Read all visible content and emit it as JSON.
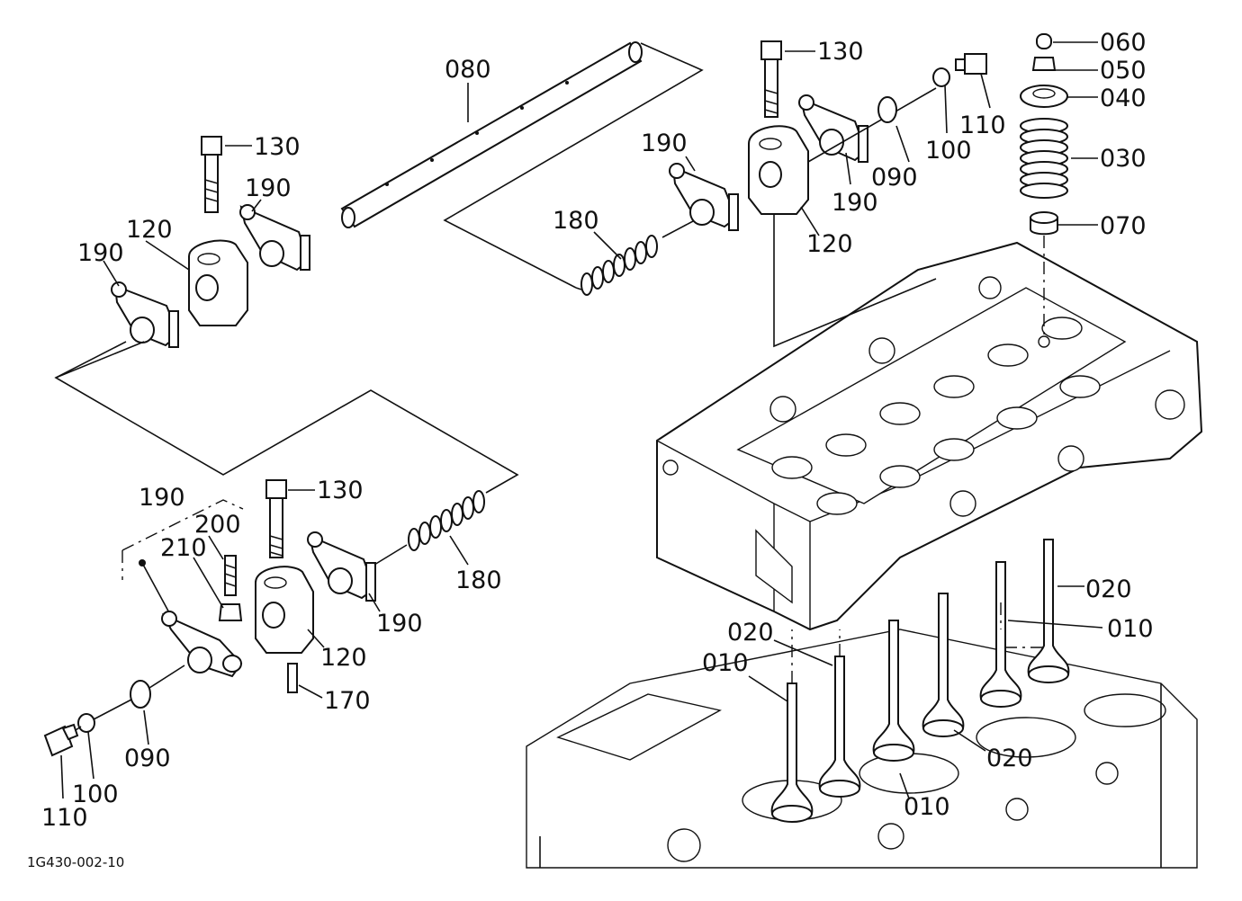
{
  "figure_code": "1G430-002-10",
  "callouts": [
    {
      "id": "c-080",
      "text": "080"
    },
    {
      "id": "c-130-a",
      "text": "130"
    },
    {
      "id": "c-190-a",
      "text": "190"
    },
    {
      "id": "c-120-a",
      "text": "120"
    },
    {
      "id": "c-190-b",
      "text": "190"
    },
    {
      "id": "c-130-b",
      "text": "130"
    },
    {
      "id": "c-190-c",
      "text": "190"
    },
    {
      "id": "c-180-a",
      "text": "180"
    },
    {
      "id": "c-120-b",
      "text": "120"
    },
    {
      "id": "c-190-d",
      "text": "190"
    },
    {
      "id": "c-090-a",
      "text": "090"
    },
    {
      "id": "c-100-a",
      "text": "100"
    },
    {
      "id": "c-110-a",
      "text": "110"
    },
    {
      "id": "c-060",
      "text": "060"
    },
    {
      "id": "c-050",
      "text": "050"
    },
    {
      "id": "c-040",
      "text": "040"
    },
    {
      "id": "c-030",
      "text": "030"
    },
    {
      "id": "c-070",
      "text": "070"
    },
    {
      "id": "c-190-e",
      "text": "190"
    },
    {
      "id": "c-200",
      "text": "200"
    },
    {
      "id": "c-210",
      "text": "210"
    },
    {
      "id": "c-130-c",
      "text": "130"
    },
    {
      "id": "c-180-b",
      "text": "180"
    },
    {
      "id": "c-190-f",
      "text": "190"
    },
    {
      "id": "c-120-c",
      "text": "120"
    },
    {
      "id": "c-170",
      "text": "170"
    },
    {
      "id": "c-090-b",
      "text": "090"
    },
    {
      "id": "c-100-b",
      "text": "100"
    },
    {
      "id": "c-110-b",
      "text": "110"
    },
    {
      "id": "c-020-a",
      "text": "020"
    },
    {
      "id": "c-010-a",
      "text": "010"
    },
    {
      "id": "c-020-b",
      "text": "020"
    },
    {
      "id": "c-010-b",
      "text": "010"
    },
    {
      "id": "c-020-c",
      "text": "020"
    },
    {
      "id": "c-010-c",
      "text": "010"
    }
  ]
}
